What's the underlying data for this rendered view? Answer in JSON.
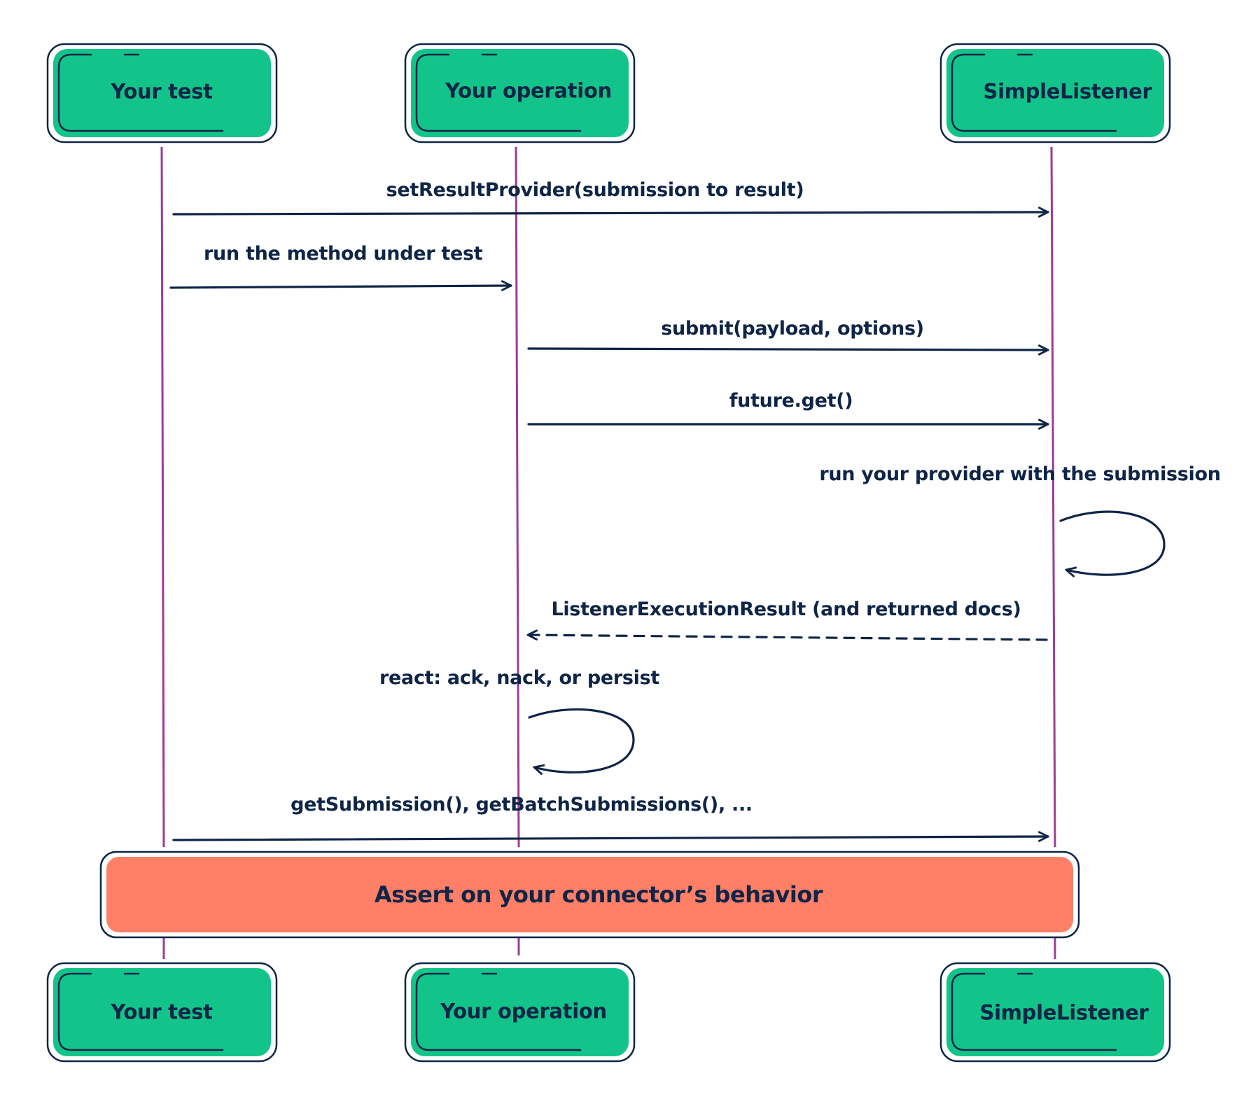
{
  "participants": {
    "test": "Your test",
    "operation": "Your operation",
    "listener": "SimpleListener"
  },
  "messages": {
    "set_result_provider": "setResultProvider(submission to result)",
    "run_method": "run the method under test",
    "submit": "submit(payload, options)",
    "future_get": "future.get()",
    "run_provider": "run your provider with the submission",
    "listener_result": "ListenerExecutionResult (and returned docs)",
    "react": "react: ack, nack, or persist",
    "get_submission": "getSubmission(), getBatchSubmissions(), ..."
  },
  "assert_banner": "Assert on your connector’s behavior",
  "colors": {
    "box_fill": "#13c48a",
    "ink": "#0f2547",
    "lifeline": "#9c3b9a",
    "assert_fill": "#ff7f67"
  }
}
